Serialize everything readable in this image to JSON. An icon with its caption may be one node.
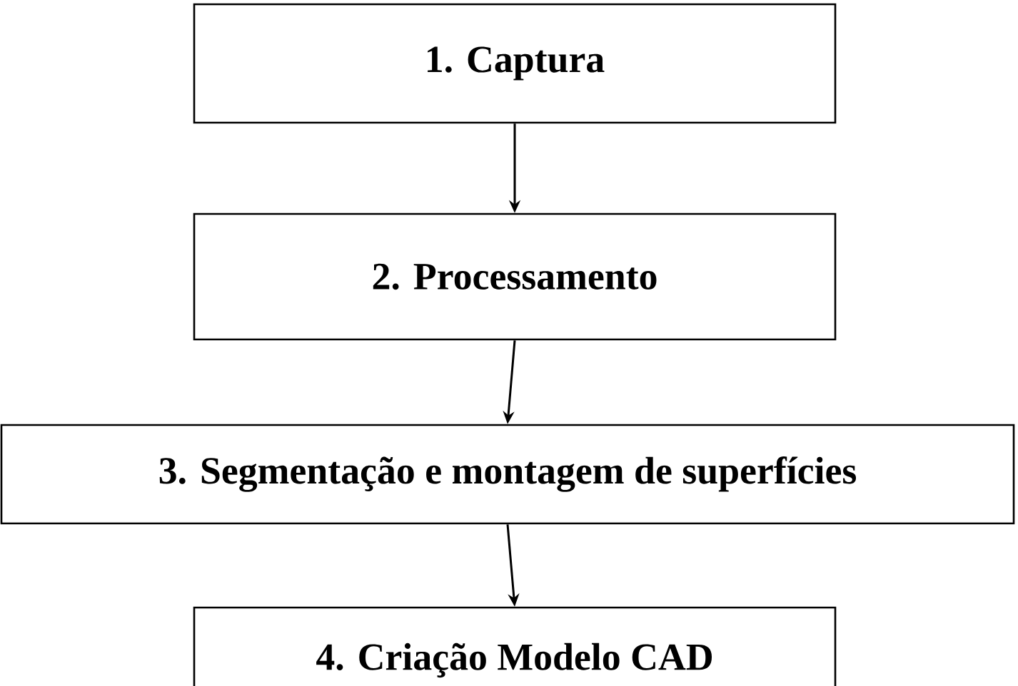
{
  "diagram": {
    "nodes": [
      {
        "text": [
          "1. Captura"
        ]
      },
      {
        "text": [
          "2. Processamento"
        ]
      },
      {
        "text": [
          "3. Segmentação e montagem de superfícies"
        ]
      },
      {
        "text": [
          "4. Criação Modelo CAD"
        ]
      }
    ],
    "edges": [
      {
        "from": 0,
        "to": 1,
        "arrow": "to"
      },
      {
        "from": 1,
        "to": 2,
        "arrow": "to"
      },
      {
        "from": 2,
        "to": 3,
        "arrow": "to"
      }
    ]
  }
}
